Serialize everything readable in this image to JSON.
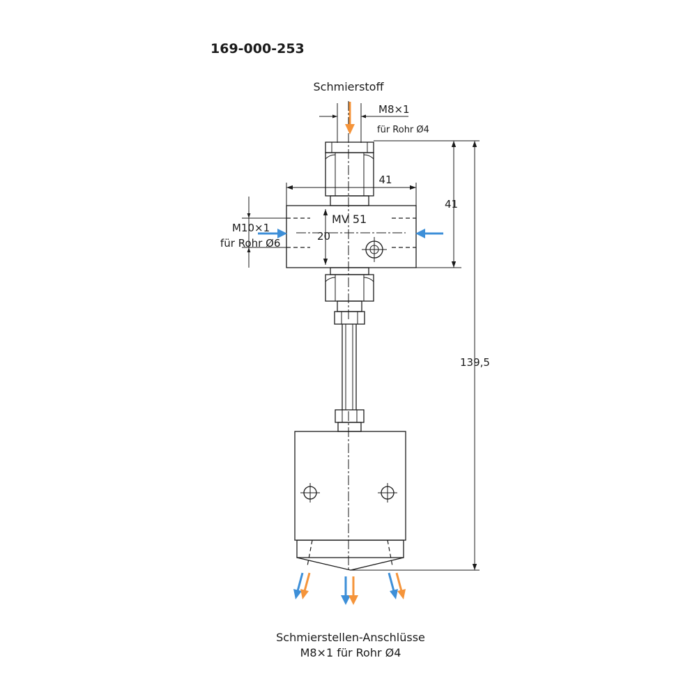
{
  "part_number": "169-000-253",
  "labels": {
    "inlet": "Schmierstoff",
    "inlet_thread": "M8×1",
    "inlet_pipe": "für Rohr Ø4",
    "side_thread": "M10×1",
    "side_pipe": "für Rohr Ø6",
    "model": "MV 51",
    "outlets_title": "Schmierstellen-Anschlüsse",
    "outlets_spec": "M8×1 für Rohr Ø4"
  },
  "dimensions": {
    "block_width": "41",
    "block_height": "41",
    "height_20": "20",
    "total_height": "139,5"
  },
  "colors": {
    "lubricant_arrow": "#f5943a",
    "air_arrow": "#3d8fd8",
    "line": "#1a1a1a"
  }
}
